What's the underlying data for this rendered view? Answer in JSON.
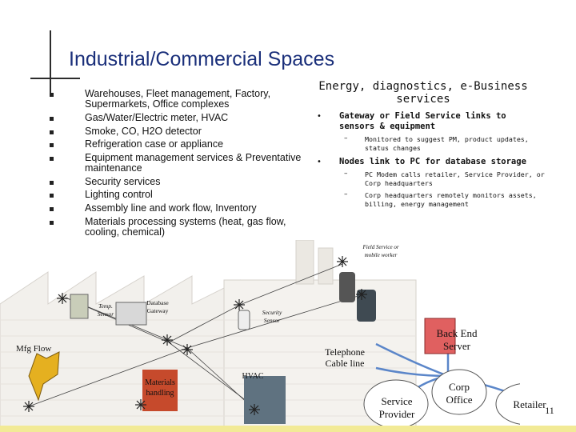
{
  "title": "Industrial/Commercial Spaces",
  "bullets": [
    "Warehouses, Fleet management, Factory, Supermarkets, Office complexes",
    "Gas/Water/Electric meter, HVAC",
    "Smoke, CO, H2O detector",
    "Refrigeration case or appliance",
    "Equipment management services & Preventative maintenance",
    "Security services",
    "Lighting control",
    "Assembly line and work flow, Inventory",
    "Materials processing systems (heat, gas flow, cooling, chemical)"
  ],
  "right": {
    "heading": "Energy, diagnostics, e-Business services",
    "item1": "Gateway or Field Service links to sensors & equipment",
    "item1_sub": "Monitored to suggest PM, product updates, status changes",
    "item2": "Nodes link to PC for database storage",
    "item2_sub1": "PC Modem calls retailer, Service Provider, or Corp headquarters",
    "item2_sub2": "Corp headquarters remotely monitors assets, billing, energy management"
  },
  "diagram": {
    "field_service": "Field Service or mobile worker",
    "temp_sensor": "Temp. Sensor",
    "db_gateway": "Database Gateway",
    "security_sensor": "Security Sensor",
    "mfg_flow": "Mfg Flow",
    "telephone": "Telephone Cable line",
    "back_end": "Back End Server",
    "materials": "Materials handling",
    "hvac": "HVAC",
    "service_provider": "Service Provider",
    "corp_office": "Corp Office",
    "retailer": "Retailer",
    "page_number": "11"
  },
  "colors": {
    "title": "#1a2f7a",
    "network_line": "#5b86c9",
    "cloud_fill": "#ffffff",
    "bottom_bar": "#f2ea96"
  }
}
